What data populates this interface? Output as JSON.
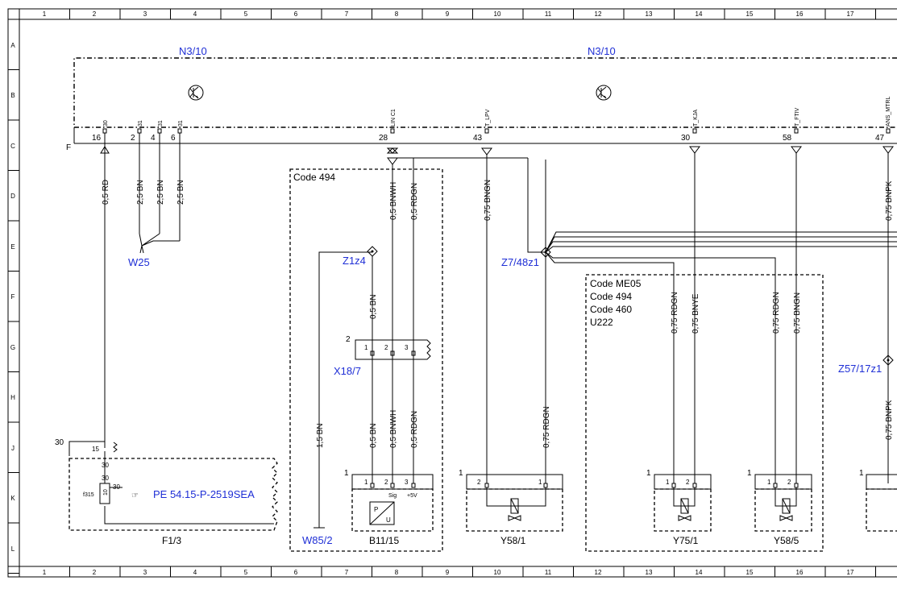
{
  "frame": {
    "col_numbers": [
      "1",
      "2",
      "3",
      "4",
      "5",
      "6",
      "7",
      "8",
      "9",
      "10",
      "11",
      "12",
      "13",
      "14",
      "15",
      "16",
      "17"
    ],
    "row_letters": [
      "A",
      "B",
      "C",
      "D",
      "E",
      "F",
      "G",
      "H",
      "J",
      "K",
      "L"
    ]
  },
  "components": {
    "n310_left": "N3/10",
    "n310_right": "N3/10",
    "f13": "F1/3",
    "w25": "W25",
    "w852": "W85/2",
    "b1115": "B11/15",
    "y581": "Y58/1",
    "y751": "Y75/1",
    "y585": "Y58/5",
    "z1z4": "Z1z4",
    "x187": "X18/7",
    "z748z1": "Z7/48z1",
    "z5717z1": "Z57/17z1"
  },
  "codes": {
    "box1": [
      "Code 494"
    ],
    "box2": [
      "Code ME05",
      "Code 494",
      "Code 460",
      "U222"
    ]
  },
  "reference": "PE 54.15-P-2519SEA",
  "pins": {
    "ecu": [
      "16",
      "2",
      "4",
      "6",
      "28",
      "43",
      "30",
      "58",
      "47"
    ],
    "pin_names": [
      "30",
      "31",
      "31",
      "31",
      "LIN C1",
      "T_LPV",
      "T_KJA",
      "T_FTIV",
      "ANS_MTRL"
    ],
    "x187": [
      "1",
      "2",
      "3"
    ],
    "b1115": [
      "1",
      "2",
      "3"
    ],
    "b1115_sig": [
      "Sig",
      "+5V"
    ],
    "y581": [
      "2",
      "1"
    ],
    "y751": [
      "1",
      "2"
    ],
    "y585": [
      "1",
      "2"
    ],
    "f13_top": [
      "15",
      "30"
    ],
    "misc": [
      "F",
      "30",
      "2",
      "1",
      "1",
      "1",
      "1",
      "1",
      "30"
    ],
    "fuse": [
      "f315",
      "10"
    ],
    "pu": [
      "P",
      "U"
    ]
  },
  "wires": {
    "rd": "0,5 RD",
    "bn1": "2,5 BN",
    "bn2": "2,5 BN",
    "bn3": "2,5 BN",
    "bnwh_top": "0,5 BNWH",
    "rdgn_top": "0,5 RDGN",
    "bngn_y581": "0,75 BNGN",
    "rdgn_y751": "0,75 RDGN",
    "bnye_y751": "0,75 BNYE",
    "rdgn_y585": "0,75 RDGN",
    "bngn_y585": "0,75 BNGN",
    "bnpk_top": "0,75 BNPK",
    "bn_z1z4": "0,5 BN",
    "bn_w852": "1,5 BN",
    "bn_bot": "0,5 BN",
    "bnwh_bot": "0,5 BNWH",
    "rdgn_bot": "0,5 RDGN",
    "rdgn_y581": "0,75 RDGN",
    "bnpk_bot": "0,75 BNPK"
  }
}
